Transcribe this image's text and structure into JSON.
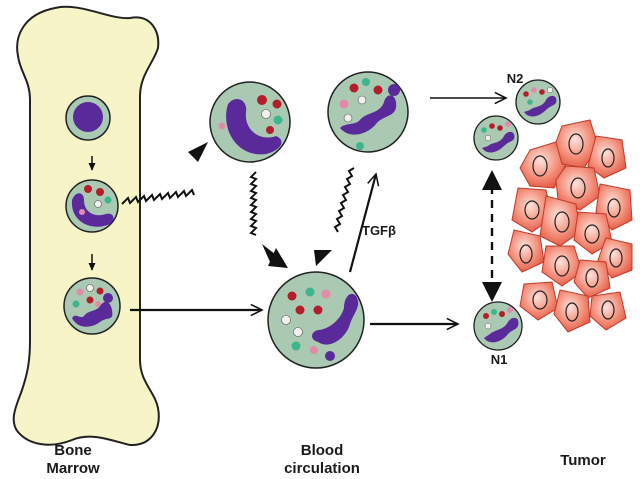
{
  "labels": {
    "bone_marrow_line1": "Bone",
    "bone_marrow_line2": "Marrow",
    "blood_line1": "Blood",
    "blood_line2": "circulation",
    "tumor": "Tumor",
    "n2": "N2",
    "n1": "N1",
    "tgf": "TGFβ"
  },
  "colors": {
    "bone_fill": "#f7f5c8",
    "cell_fill": "#a9c9b3",
    "nucleus": "#5a2a9a",
    "granule_red": "#b21e2a",
    "granule_pink": "#e48aa8",
    "granule_teal": "#3fb58c",
    "granule_white": "#f2f0ee",
    "tumor_fill": "#ef7a6a",
    "tumor_dark": "#d4473a"
  },
  "icons": [
    "bone-shape",
    "neutrophil-cell",
    "tumor-cell",
    "arrow-icon",
    "dashed-double-arrow-icon"
  ]
}
